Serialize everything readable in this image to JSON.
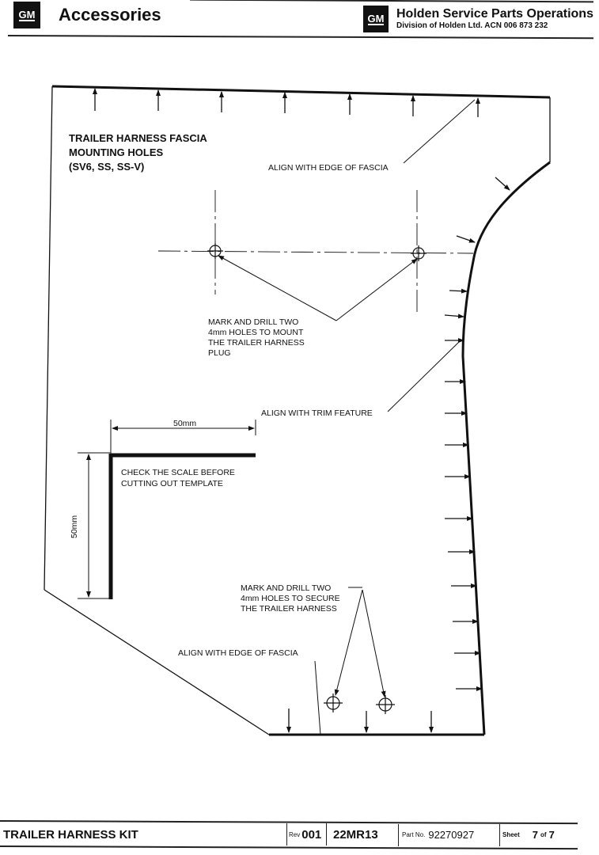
{
  "header": {
    "logo_text": "GM",
    "title": "Accessories",
    "org_name": "Holden Service Parts Operations",
    "org_sub": "Division of Holden Ltd. ACN 006 873 232"
  },
  "drawing": {
    "title_lines": [
      "TRAILER HARNESS FASCIA",
      "MOUNTING HOLES",
      "(SV6, SS, SS-V)"
    ],
    "align_edge_top": "ALIGN WITH EDGE OF FASCIA",
    "drill_top_lines": [
      "MARK AND DRILL TWO",
      "4mm HOLES TO MOUNT",
      "THE TRAILER HARNESS",
      "PLUG"
    ],
    "align_trim": "ALIGN WITH TRIM FEATURE",
    "scale_h_label": "50mm",
    "scale_v_label": "50mm",
    "scale_note_lines": [
      "CHECK THE SCALE BEFORE",
      "CUTTING OUT TEMPLATE"
    ],
    "drill_bottom_lines": [
      "MARK AND DRILL TWO",
      "4mm HOLES TO SECURE",
      "THE TRAILER HARNESS"
    ],
    "align_edge_bottom": "ALIGN WITH EDGE OF FASCIA"
  },
  "footer": {
    "kit_name": "TRAILER HARNESS KIT",
    "rev_label": "Rev",
    "rev_value": "001",
    "date": "22MR13",
    "part_label": "Part No.",
    "part_value": "92270927",
    "sheet_label": "Sheet",
    "sheet_current": "7",
    "sheet_of": "of",
    "sheet_total": "7"
  }
}
